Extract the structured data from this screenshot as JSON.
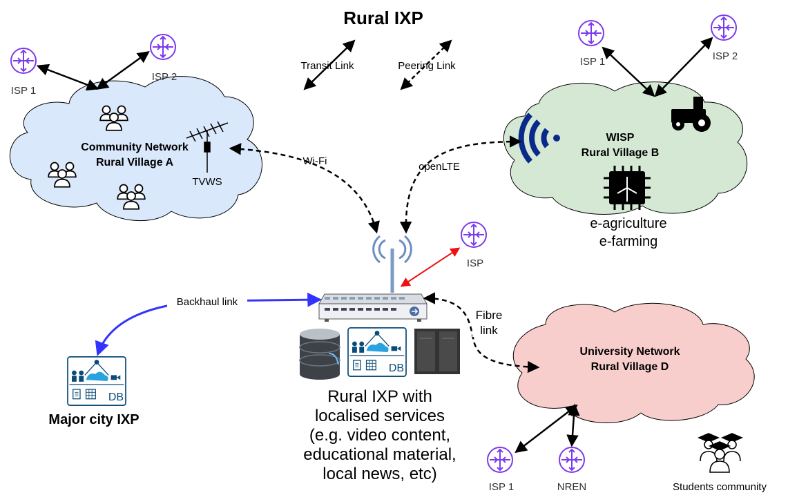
{
  "title": "Rural IXP",
  "legend": {
    "transit": "Transit Link",
    "peering": "Peering Link"
  },
  "village_a": {
    "line1": "Community Network",
    "line2": "Rural Village A",
    "tvws": "TVWS",
    "isp1": "ISP 1",
    "isp2": "ISP 2"
  },
  "village_b": {
    "line1": "WISP",
    "line2": "Rural Village B",
    "isp1": "ISP 1",
    "isp2": "ISP 2",
    "caption1": "e-agriculture",
    "caption2": "e-farming"
  },
  "village_d": {
    "line1": "University Network",
    "line2": "Rural Village D",
    "isp1": "ISP 1",
    "nren": "NREN",
    "students": "Students community"
  },
  "links": {
    "wifi": "Wi-Fi",
    "openlte": "openLTE",
    "backhaul": "Backhaul link",
    "fibre1": "Fibre",
    "fibre2": "link",
    "isp": "ISP"
  },
  "ixp": {
    "db_label": "DB",
    "desc": [
      "Rural IXP with",
      "localised services",
      "(e.g. video content,",
      "educational material,",
      "local news, etc)"
    ]
  },
  "major_city": {
    "label": "Major city IXP",
    "db_label": "DB"
  },
  "colors": {
    "cloud_a": "#dae8fc",
    "cloud_b": "#d5e8d4",
    "cloud_d": "#f8cecc",
    "router": "#7c3aed",
    "backhaul": "#3333ff",
    "isp_link": "#ee1111"
  }
}
